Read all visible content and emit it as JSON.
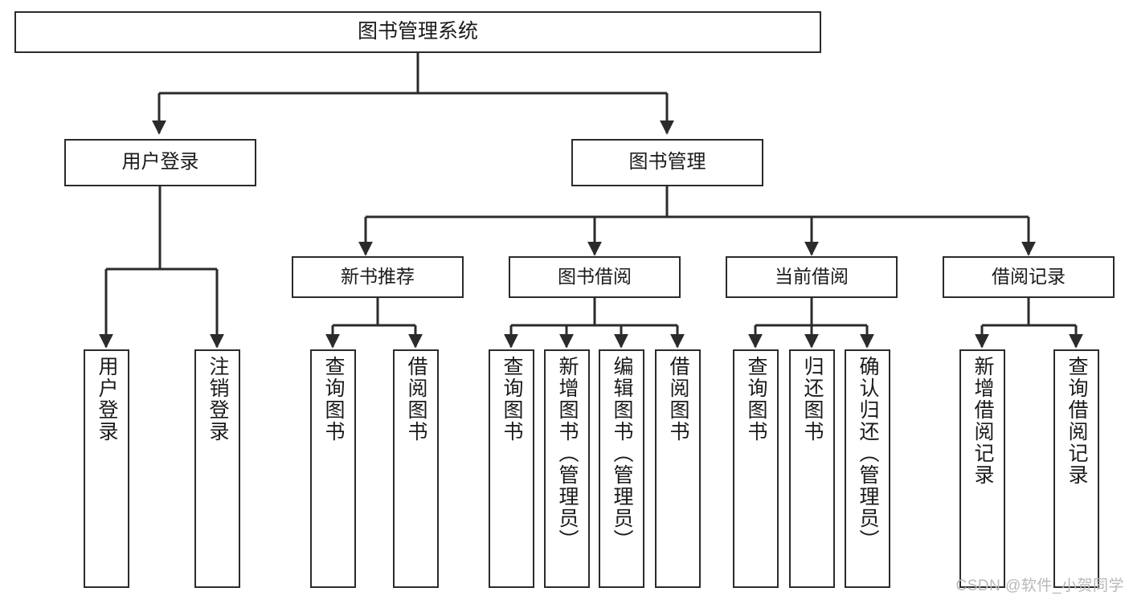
{
  "diagram": {
    "type": "tree-hierarchy",
    "title": "图书管理系统",
    "stroke_color": "#2b2b2b",
    "background_color": "#ffffff",
    "root": {
      "label": "图书管理系统"
    },
    "level1": [
      {
        "label": "用户登录"
      },
      {
        "label": "图书管理"
      }
    ],
    "user_login_leaves": [
      {
        "label": "用户登录"
      },
      {
        "label": "注销登录"
      }
    ],
    "level2": [
      {
        "label": "新书推荐"
      },
      {
        "label": "图书借阅"
      },
      {
        "label": "当前借阅"
      },
      {
        "label": "借阅记录"
      }
    ],
    "new_book_leaves": [
      {
        "label": "查询图书"
      },
      {
        "label": "借阅图书"
      }
    ],
    "borrow_book_leaves": [
      {
        "label": "查询图书"
      },
      {
        "label": "新增图书（管理员）"
      },
      {
        "label": "编辑图书（管理员）"
      },
      {
        "label": "借阅图书"
      }
    ],
    "current_borrow_leaves": [
      {
        "label": "查询图书"
      },
      {
        "label": "归还图书"
      },
      {
        "label": "确认归还（管理员）"
      }
    ],
    "borrow_record_leaves": [
      {
        "label": "新增借阅记录"
      },
      {
        "label": "查询借阅记录"
      }
    ]
  },
  "watermark": {
    "text": "CSDN @软件_小贺同学"
  }
}
